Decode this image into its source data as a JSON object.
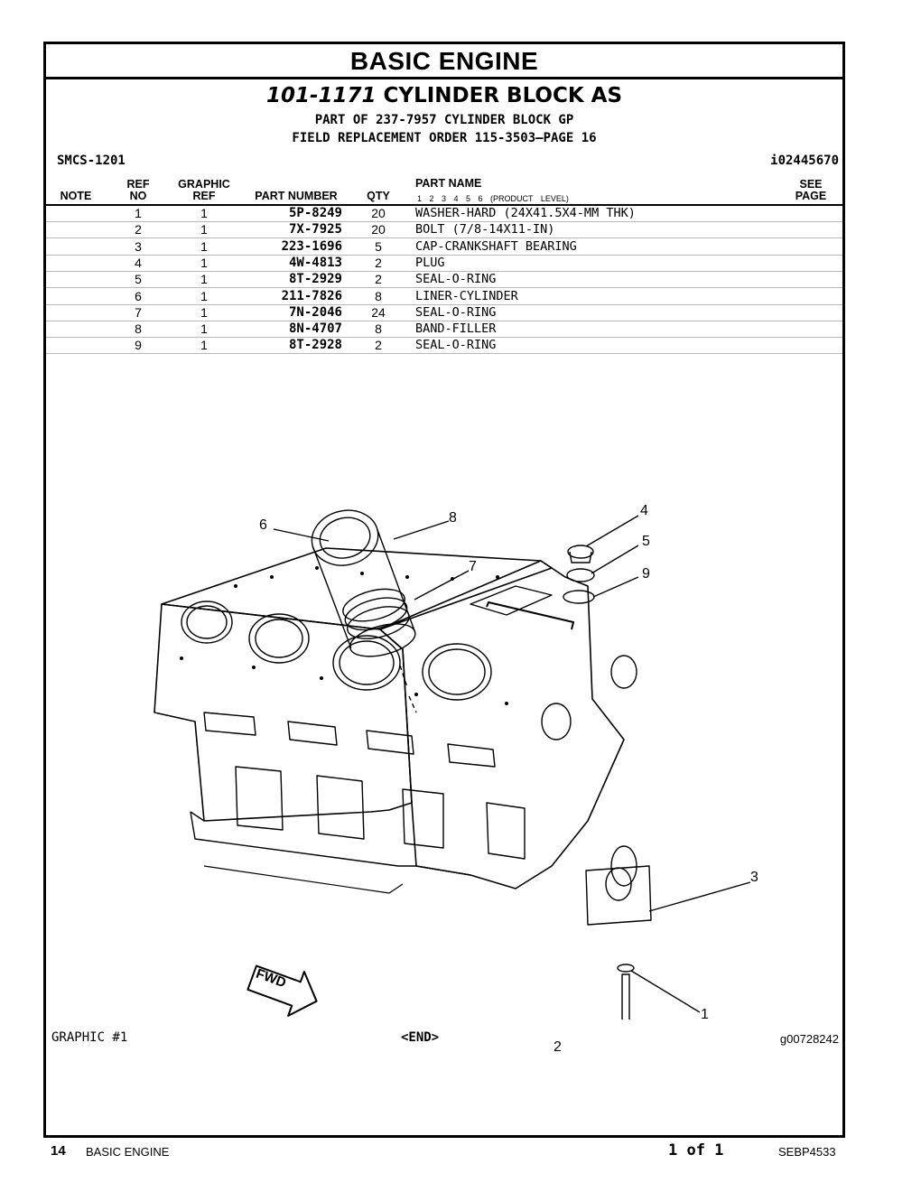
{
  "header": {
    "section_title": "BASIC  ENGINE",
    "part_number": "101-1171",
    "part_name": "CYLINDER BLOCK AS",
    "part_of": "PART OF 237-7957 CYLINDER BLOCK GP",
    "field_replacement": "FIELD REPLACEMENT ORDER 115-3503—PAGE 16",
    "smcs": "SMCS-1201",
    "ident": "i02445670"
  },
  "columns": {
    "note": "NOTE",
    "ref_top": "REF",
    "ref_bottom": "NO",
    "graphic_top": "GRAPHIC",
    "graphic_bottom": "REF",
    "part_number": "PART NUMBER",
    "qty": "QTY",
    "part_name": "PART NAME",
    "product_level": "1  2  3  4  5  6  (PRODUCT LEVEL)",
    "see_top": "SEE",
    "see_bottom": "PAGE"
  },
  "rows": [
    {
      "ref": "1",
      "graphic_ref": "1",
      "part_number": "5P-8249",
      "qty": "20",
      "name": "WASHER-HARD (24X41.5X4-MM THK)"
    },
    {
      "ref": "2",
      "graphic_ref": "1",
      "part_number": "7X-7925",
      "qty": "20",
      "name": "BOLT (7/8-14X11-IN)"
    },
    {
      "ref": "3",
      "graphic_ref": "1",
      "part_number": "223-1696",
      "qty": "5",
      "name": "CAP-CRANKSHAFT BEARING"
    },
    {
      "ref": "4",
      "graphic_ref": "1",
      "part_number": "4W-4813",
      "qty": "2",
      "name": "PLUG"
    },
    {
      "ref": "5",
      "graphic_ref": "1",
      "part_number": "8T-2929",
      "qty": "2",
      "name": "SEAL-O-RING"
    },
    {
      "ref": "6",
      "graphic_ref": "1",
      "part_number": "211-7826",
      "qty": "8",
      "name": "LINER-CYLINDER"
    },
    {
      "ref": "7",
      "graphic_ref": "1",
      "part_number": "7N-2046",
      "qty": "24",
      "name": "SEAL-O-RING"
    },
    {
      "ref": "8",
      "graphic_ref": "1",
      "part_number": "8N-4707",
      "qty": "8",
      "name": "BAND-FILLER"
    },
    {
      "ref": "9",
      "graphic_ref": "1",
      "part_number": "8T-2928",
      "qty": "2",
      "name": "SEAL-O-RING"
    }
  ],
  "illustration": {
    "callouts": [
      "1",
      "2",
      "3",
      "4",
      "5",
      "6",
      "7",
      "8",
      "9"
    ],
    "fwd_label": "FWD"
  },
  "graphic_footer": {
    "graphic_label": "GRAPHIC #1",
    "end_label": "<END>",
    "graphic_id": "g00728242"
  },
  "footer": {
    "page_number": "14",
    "section": "BASIC ENGINE",
    "page_of": "1 of 1",
    "doc_number": "SEBP4533"
  }
}
